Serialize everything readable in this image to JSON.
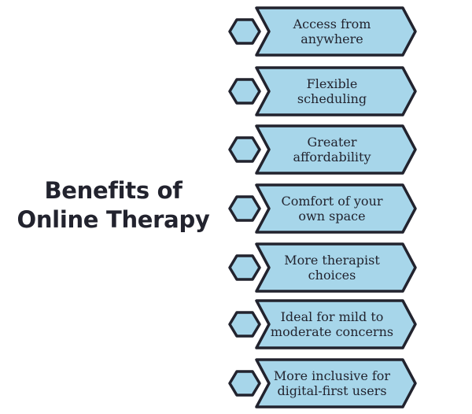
{
  "title": {
    "line1": "Benefits of",
    "line2": "Online Therapy"
  },
  "colors": {
    "fill": "#a7d6ea",
    "stroke": "#22232e",
    "text": "#22232e",
    "background": "#ffffff"
  },
  "items": [
    {
      "line1": "Access from",
      "line2": "anywhere"
    },
    {
      "line1": "Flexible",
      "line2": "scheduling"
    },
    {
      "line1": "Greater",
      "line2": "affordability"
    },
    {
      "line1": "Comfort of your",
      "line2": "own space"
    },
    {
      "line1": "More therapist",
      "line2": "choices"
    },
    {
      "line1": "Ideal for mild to",
      "line2": "moderate concerns"
    },
    {
      "line1": "More inclusive for",
      "line2": "digital-first users"
    }
  ]
}
